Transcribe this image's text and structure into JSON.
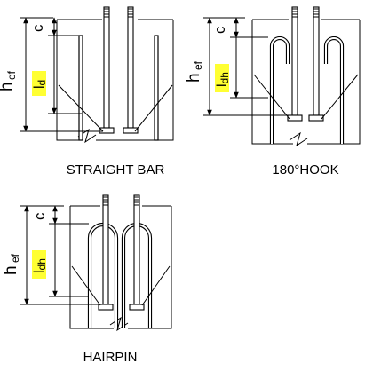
{
  "colors": {
    "line": "#000000",
    "highlight": "#ffff33",
    "background": "#ffffff"
  },
  "labels": {
    "h": "h",
    "ef": "ef",
    "c": "c",
    "l": "l",
    "d": "d",
    "dh": "dh"
  },
  "panels": {
    "straight": {
      "caption": "STRAIGHT BAR"
    },
    "hook": {
      "caption": "180°HOOK"
    },
    "hairpin": {
      "caption": "HAIRPIN"
    }
  }
}
